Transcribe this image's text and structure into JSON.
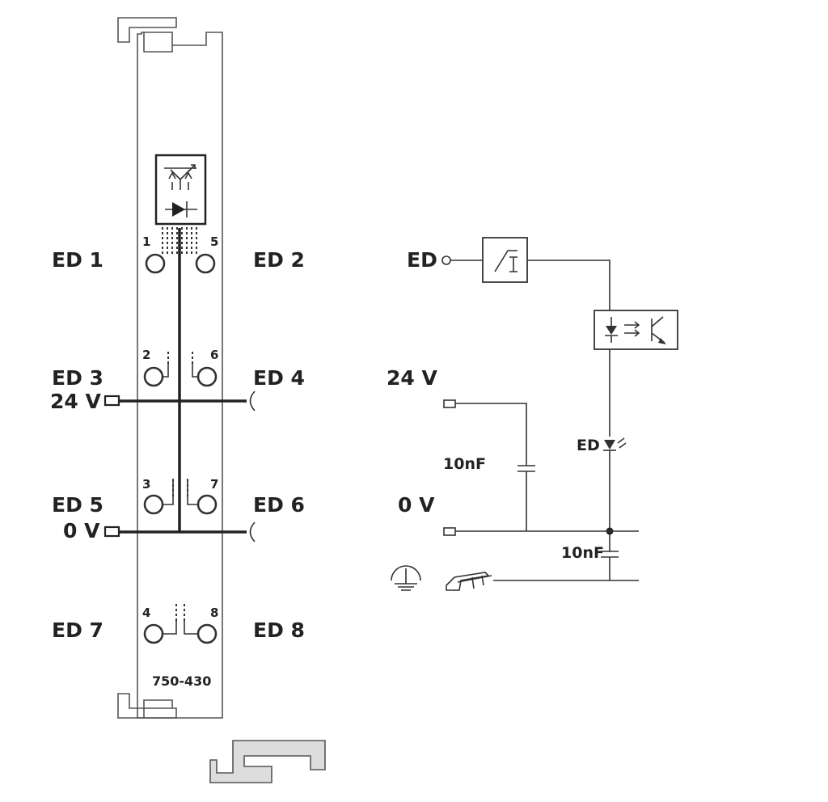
{
  "module": {
    "model": "750-430",
    "pins": [
      "1",
      "2",
      "3",
      "4",
      "5",
      "6",
      "7",
      "8"
    ],
    "left_labels": [
      "ED 1",
      "ED 3",
      "ED 5",
      "ED 7"
    ],
    "right_labels": [
      "ED 2",
      "ED 4",
      "ED 6",
      "ED 8"
    ],
    "supply": {
      "plus": "24 V",
      "minus": "0 V"
    }
  },
  "schematic": {
    "input": "ED",
    "supply_plus": "24 V",
    "supply_minus": "0 V",
    "cap_label_1": "10nF",
    "cap_label_2": "10nF",
    "led_label": "ED"
  },
  "colors": {
    "housing": "#f7f7f7",
    "lines": "#333333",
    "foot": "#dddddd"
  }
}
